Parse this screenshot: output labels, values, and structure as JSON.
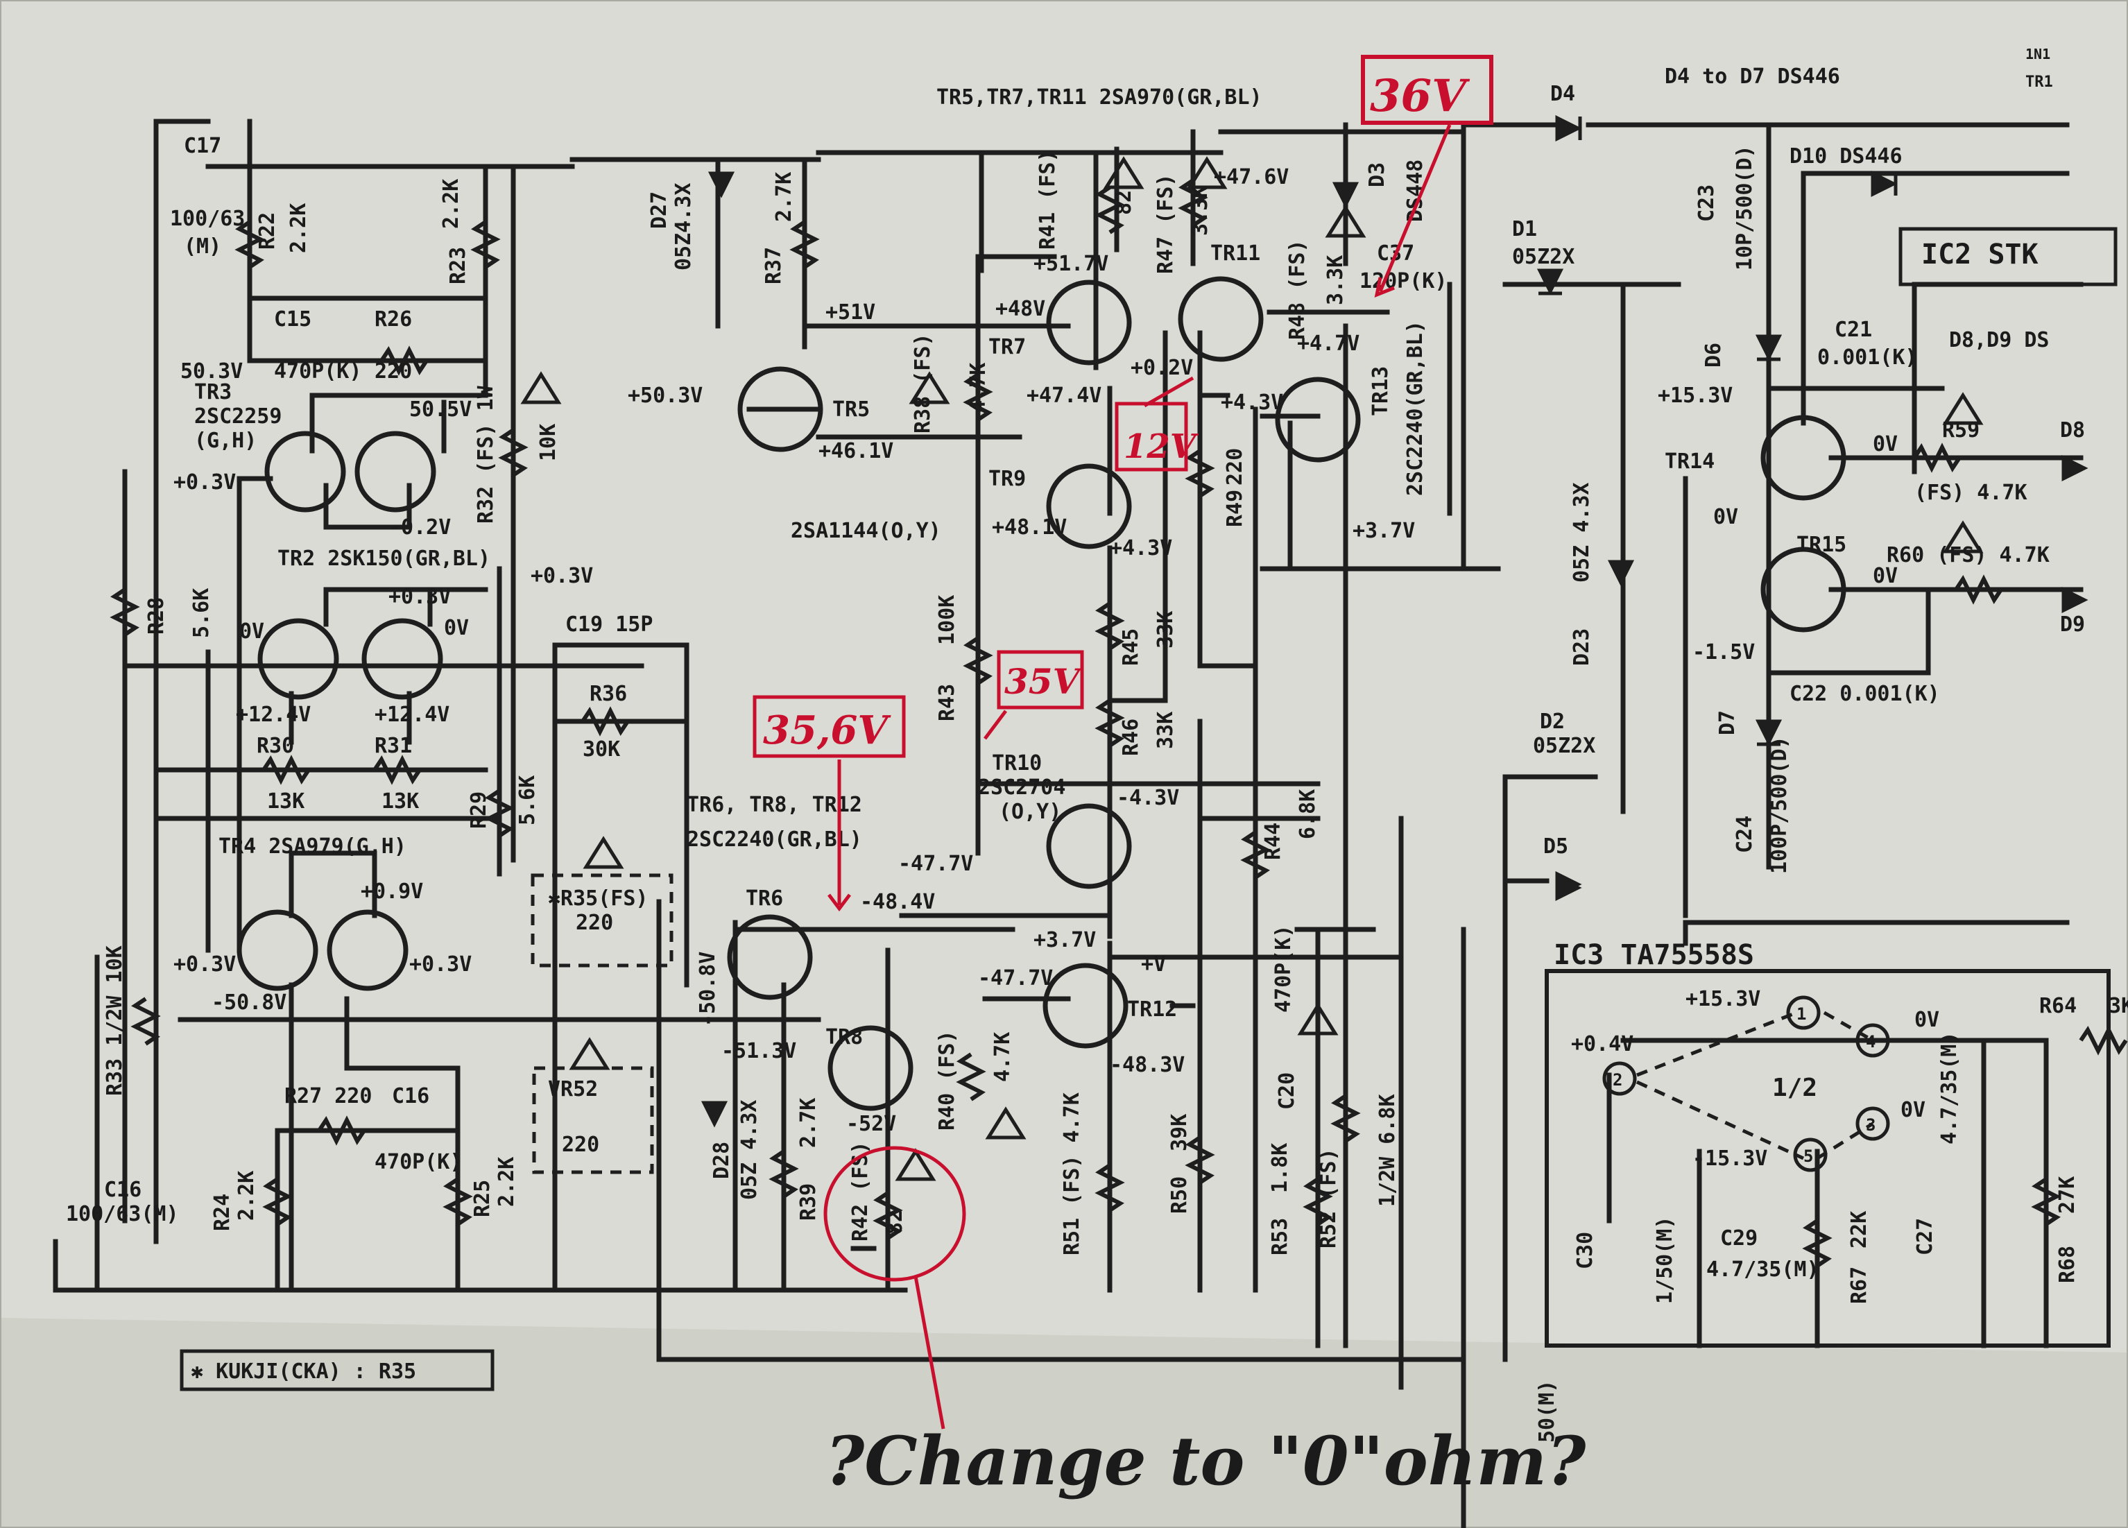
{
  "header": {
    "pnp_note": "TR5,TR7,TR11  2SA970(GR,BL)",
    "diode_note": "D4 to D7  DS446",
    "corner_top": "1N1",
    "corner_bottom": "TR1"
  },
  "components": {
    "c17": "C17",
    "c17_val": "100/63",
    "c17_m": "(M)",
    "r22": "R22",
    "r22_val": "2.2K",
    "r23": "R23",
    "r23_val": "2.2K",
    "c15": "C15",
    "c15_val": "470P(K)",
    "r26": "R26",
    "r26_val": "220",
    "tr3": "TR3",
    "tr3_type": "2SC2259",
    "tr3_rank": "(G,H)",
    "tr2": "TR2  2SK150(GR,BL)",
    "r32": "R32 (FS) 1W",
    "r32_val": "10K",
    "r28": "R28",
    "r28_val": "5.6K",
    "c19": "C19 15P",
    "r36": "R36",
    "r36_val": "30K",
    "r30": "R30",
    "r30_val": "13K",
    "r31": "R31",
    "r31_val": "13K",
    "r29": "R29",
    "r29_val": "5.6K",
    "tr4": "TR4  2SA979(G,H)",
    "r35": "✱R35(FS)",
    "r35_val": "220",
    "vr52": "VR52",
    "vr52_val": "220",
    "r33": "R33  1/2W  10K",
    "c16": "C16",
    "c16_val": "100/63(M)",
    "r27": "R27 220",
    "c16b": "C16",
    "c16b_val": "470P(K)",
    "r24": "R24",
    "r24_val": "2.2K",
    "r25": "R25",
    "r25_val": "2.2K",
    "d27": "D27",
    "d27_val": "05Z4.3X",
    "r37": "R37",
    "r37_val": "2.7K",
    "tr5": "TR5",
    "tr7": "TR7",
    "r41": "R41 (FS)",
    "r41_val": "82",
    "r47": "R47 (FS)",
    "r47_val": "3.3K",
    "tr11": "TR11",
    "r48": "R48 (FS)",
    "r48_val": "3.3K",
    "d3": "D3",
    "d3_val": "DS448",
    "c37": "C37",
    "c37_val": "120P(K)",
    "r38": "R38 (FS)",
    "r38_val": "4.7K",
    "tr9": "TR9",
    "tr9_type": "2SA1144(O,Y)",
    "tr13": "TR13",
    "tr13_type": "2SC2240(GR,BL)",
    "r49": "R49",
    "r49_val": "220",
    "r43": "R43",
    "r43_val": "100K",
    "r45": "R45",
    "r45_val": "33K",
    "r46": "R46",
    "r46_val": "33K",
    "tr10": "TR10",
    "tr10_type": "2SC2704",
    "tr10_rank": "(O,Y)",
    "npn_note_1": "TR6, TR8, TR12",
    "npn_note_2": "2SC2240(GR,BL)",
    "tr6": "TR6",
    "tr8": "TR8",
    "tr12": "TR12",
    "r44": "R44",
    "r44_val": "6.8K",
    "c20": "C20",
    "c20_val": "470P(K)",
    "d28": "D28",
    "d28_val": "05Z 4.3X",
    "r39": "R39",
    "r39_val": "2.7K",
    "r42": "R42 (FS)",
    "r42_val": "82",
    "r40": "R40 (FS)",
    "r40_val": "4.7K",
    "r51": "R51 (FS) 4.7K",
    "r50": "R50",
    "r50_val": "39K",
    "r53": "R53",
    "r53_val": "1.8K",
    "r52": "R52 (FS)",
    "r52_val": "1/2W  6.8K",
    "d4": "D4",
    "d1": "D1",
    "d1_val": "05Z2X",
    "c23": "C23",
    "c23_val": "10P/500(D)",
    "d10": "D10  DS446",
    "ic2": "IC2  STK",
    "d6": "D6",
    "c21": "C21",
    "c21_val": "0.001(K)",
    "d8_d9": "D8,D9  DS",
    "tr14": "TR14",
    "r59": "R59",
    "r59_val": "(FS) 4.7K",
    "d8": "D8",
    "d23": "D23",
    "d23_val": "05Z 4.3X",
    "tr15": "TR15",
    "r60": "R60 (FS) 4.7K",
    "d9": "D9",
    "c22": "C22  0.001(K)",
    "d2": "D2",
    "d2_val": "05Z2X",
    "d7": "D7",
    "c24": "C24",
    "c24_val": "100P/500(D)",
    "d5": "D5",
    "ic3": "IC3   TA75558S",
    "ic3_half": "1/2",
    "c30": "C30",
    "c30_val": "1/50(M)",
    "c29": "C29",
    "c29_val": "4.7/35(M)",
    "r67": "R67",
    "r67_val": "22K",
    "c27": "C27",
    "c27_val": "4.7/35(M)",
    "r68": "R68",
    "r68_val": "27K",
    "r64": "R64",
    "r64_val": "3K",
    "c50": "50(M)",
    "footnote": "✱ KUKJI(CKA) : R35"
  },
  "voltages": {
    "v_503_l": "50.3V",
    "v_505": "50.5V",
    "v_03_tr3": "+0.3V",
    "v_n02": "-0.2V",
    "v_03_r": "+0.3V",
    "v_03_tr2": "+0.3V",
    "v_0v_l": "0V",
    "v_0v_r": "0V",
    "v_124_l": "+12.4V",
    "v_124_r": "+12.4V",
    "v_09": "+0.9V",
    "v_03_tr4l": "+0.3V",
    "v_03_tr4r": "+0.3V",
    "v_n508": "-50.8V",
    "v_503": "+50.3V",
    "v_51": "+51V",
    "v_461": "+46.1V",
    "v_517": "+51.7V",
    "v_48": "+48V",
    "v_474": "+47.4V",
    "v_48b": "+48.1V",
    "v_476": "+47.6V",
    "v_02": "+0.2V",
    "v_47": "+4.7V",
    "v_43": "+4.3V",
    "v_43b": "+4.3V",
    "v_37": "+3.7V",
    "v_n43": "-4.3V",
    "v_n477": "-47.7V",
    "v_n484": "-48.4V",
    "v_n508b": "-50.8V",
    "v_n513": "-51.3V",
    "v_n52": "-52V",
    "v_37b": "+3.7V",
    "v_v": "+V",
    "v_n477b": "-47.7V",
    "v_n483": "-48.3V",
    "v_153": "+15.3V",
    "v_0v_tr14": "0V",
    "v_0v_b14": "0V",
    "v_0v_tr15": "0V",
    "v_n15": "-1.5V",
    "v_153_ic": "+15.3V",
    "v_04": "+0.4V",
    "v_0v_p4": "0V",
    "v_0v_p3": "0V",
    "v_n153": "-15.3V",
    "pin1": "1",
    "pin2": "2",
    "pin3": "3",
    "pin4": "4",
    "pin5": "5"
  },
  "annotations": {
    "a36v": "36V",
    "a12v": "12V",
    "a35v": "35V",
    "a356v": "35,6V",
    "question": "?Change to \"0\"ohm?"
  }
}
